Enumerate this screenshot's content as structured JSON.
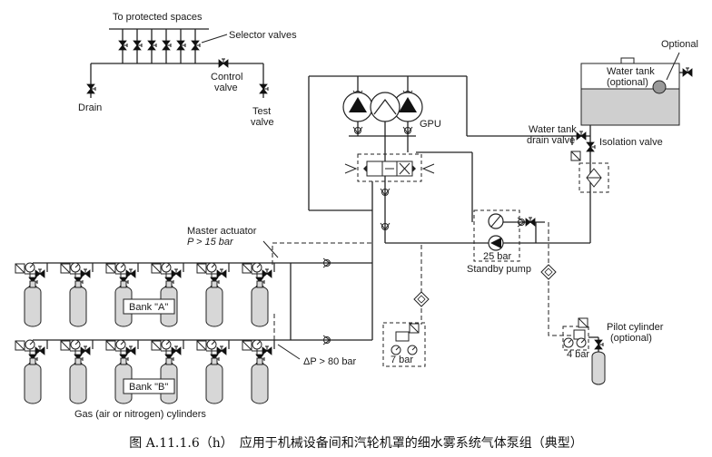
{
  "labels": {
    "to_protected_spaces": "To protected spaces",
    "selector_valves": "Selector valves",
    "drain": "Drain",
    "control_valve_1": "Control",
    "control_valve_2": "valve",
    "test_valve_1": "Test",
    "test_valve_2": "valve",
    "gpu": "GPU",
    "optional": "Optional",
    "water_tank_1": "Water tank",
    "water_tank_2": "(optional)",
    "water_tank_drain_1": "Water tank",
    "water_tank_drain_2": "drain valve",
    "isolation_valve": "Isolation valve",
    "master_actuator_1": "Master actuator",
    "master_actuator_2": "P > 15 bar",
    "pump_pressure": "25 bar",
    "standby_pump": "Standby pump",
    "bank_a": "Bank \"A\"",
    "bank_b": "Bank \"B\"",
    "delta_p": "ΔP > 80 bar",
    "manifold_pressure": "7 bar",
    "pilot_cylinder_1": "Pilot cylinder",
    "pilot_cylinder_2": "(optional)",
    "pilot_pressure": "4 bar",
    "gas_cylinders": "Gas (air or nitrogen) cylinders"
  },
  "caption": "图 A.11.1.6（h）　应用于机械设备间和汽轮机罩的细水雾系统气体泵组（典型）"
}
